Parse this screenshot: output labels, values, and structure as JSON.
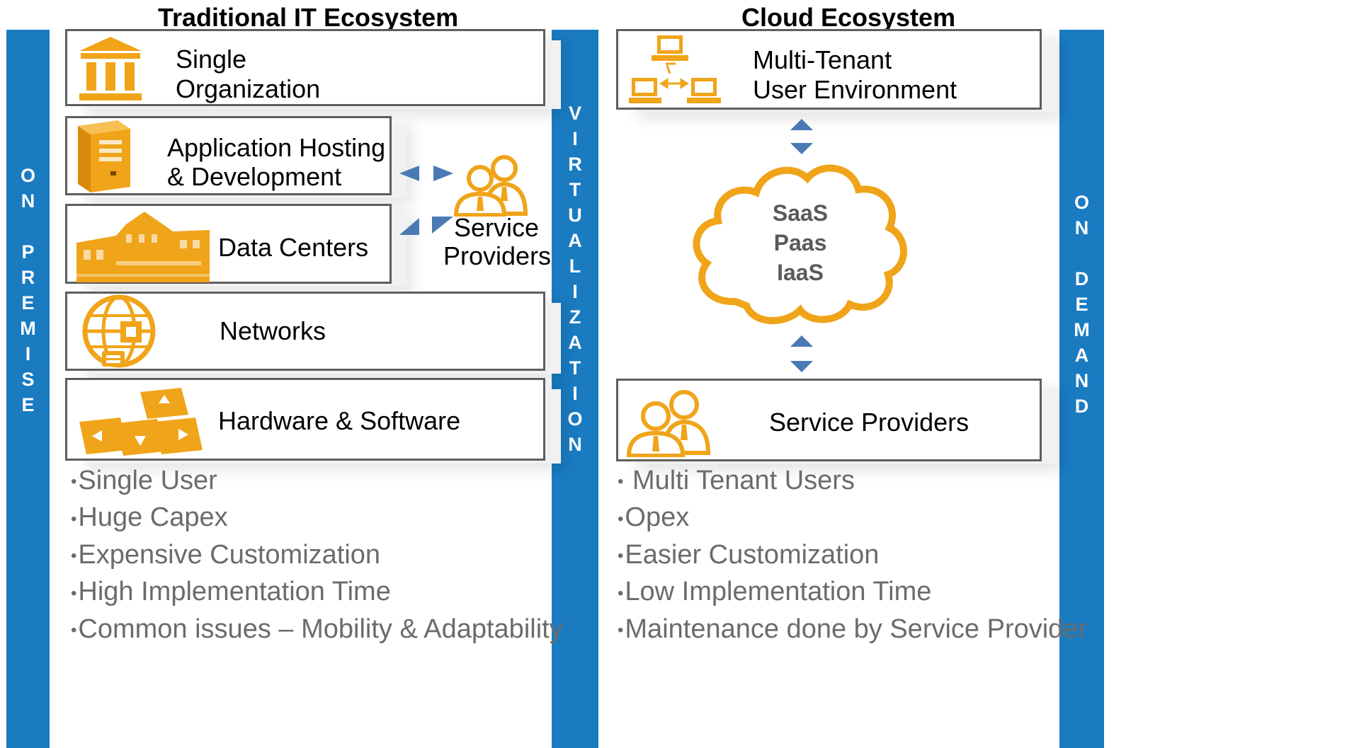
{
  "headings": {
    "traditional": "Traditional IT Ecosystem",
    "cloud": "Cloud Ecosystem"
  },
  "bars": {
    "left": [
      "O",
      "N",
      "",
      "P",
      "R",
      "E",
      "M",
      "I",
      "S",
      "E"
    ],
    "middle": [
      "V",
      "I",
      "R",
      "T",
      "U",
      "A",
      "L",
      "I",
      "Z",
      "A",
      "T",
      "I",
      "O",
      "N"
    ],
    "right": [
      "O",
      "N",
      "",
      "D",
      "E",
      "M",
      "A",
      "N",
      "D"
    ]
  },
  "traditional": {
    "single_org": [
      "Single",
      "Organization"
    ],
    "app_hosting": [
      "Application Hosting",
      "& Development"
    ],
    "data_centers": "Data Centers",
    "networks": "Networks",
    "hardware": "Hardware & Software",
    "service_providers": [
      "Service",
      "Providers"
    ],
    "bullets": [
      "Single User",
      "Huge Capex",
      "Expensive Customization",
      "High Implementation Time",
      "Common issues – Mobility & Adaptability"
    ]
  },
  "cloud": {
    "multi_tenant": [
      "Multi-Tenant",
      "User Environment"
    ],
    "cloud_layers": [
      "SaaS",
      "Paas",
      "IaaS"
    ],
    "service_providers": "Service  Providers",
    "bullets": [
      " Multi Tenant Users",
      "Opex",
      "Easier Customization",
      "Low Implementation Time",
      "Maintenance done by Service Provider"
    ]
  },
  "colors": {
    "accent_blue": "#1a7bc1",
    "icon_orange": "#f0a419",
    "arrow_blue": "#4a79b4",
    "bullet_gray": "#6b6b6b"
  },
  "icons": [
    "bank-icon",
    "server-icon",
    "data-center-icon",
    "globe-network-icon",
    "keyboard-keys-icon",
    "people-icon",
    "computers-network-icon",
    "cloud-icon"
  ]
}
